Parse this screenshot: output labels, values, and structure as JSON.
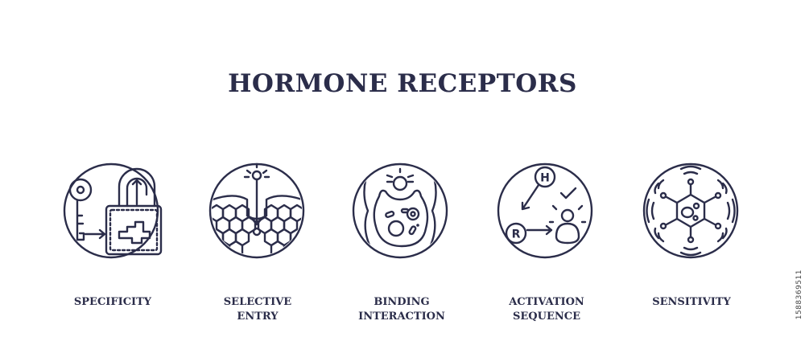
{
  "title": "HORMONE RECEPTORS",
  "items": [
    {
      "icon": "lock-and-key-icon",
      "lines": [
        "SPECIFICITY"
      ]
    },
    {
      "icon": "membrane-entry-icon",
      "lines": [
        "SELECTIVE",
        "ENTRY"
      ]
    },
    {
      "icon": "cell-binding-icon",
      "lines": [
        "BINDING",
        "INTERACTION"
      ]
    },
    {
      "icon": "activation-sequence-icon",
      "lines": [
        "ACTIVATION",
        "SEQUENCE"
      ],
      "badges": [
        "H",
        "R"
      ]
    },
    {
      "icon": "sensitivity-signal-icon",
      "lines": [
        "SENSITIVITY"
      ]
    }
  ],
  "watermark": "1588369511",
  "colors": {
    "ink": "#2b2d4a",
    "background": "#ffffff"
  }
}
